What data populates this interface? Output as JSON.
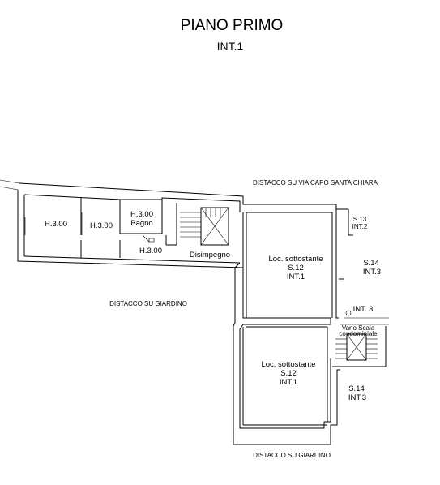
{
  "header": {
    "title": "PIANO PRIMO",
    "subtitle": "INT.1"
  },
  "labels": {
    "distacco_via": "DISTACCO SU VIA CAPO SANTA CHIARA",
    "distacco_giardino_left": "DISTACCO SU GIARDINO",
    "distacco_giardino_bottom": "DISTACCO SU GIARDINO",
    "room1": "H.3.00",
    "room2": "H.3.00",
    "bagno_h": "H.3.00",
    "bagno": "Bagno",
    "corridor_h": "H.3.00",
    "disimpegno": "Disimpegno",
    "loc_upper_1": "Loc. sottostante",
    "loc_upper_2": "S.12",
    "loc_upper_3": "INT.1",
    "loc_lower_1": "Loc. sottostante",
    "loc_lower_2": "S.12",
    "loc_lower_3": "INT.1",
    "s13_1": "S.13",
    "s13_2": "INT.2",
    "s14a_1": "S.14",
    "s14a_2": "INT.3",
    "int3": "INT. 3",
    "vano_1": "Vano Scala",
    "vano_2": "condominiale",
    "s14b_1": "S.14",
    "s14b_2": "INT.3"
  }
}
